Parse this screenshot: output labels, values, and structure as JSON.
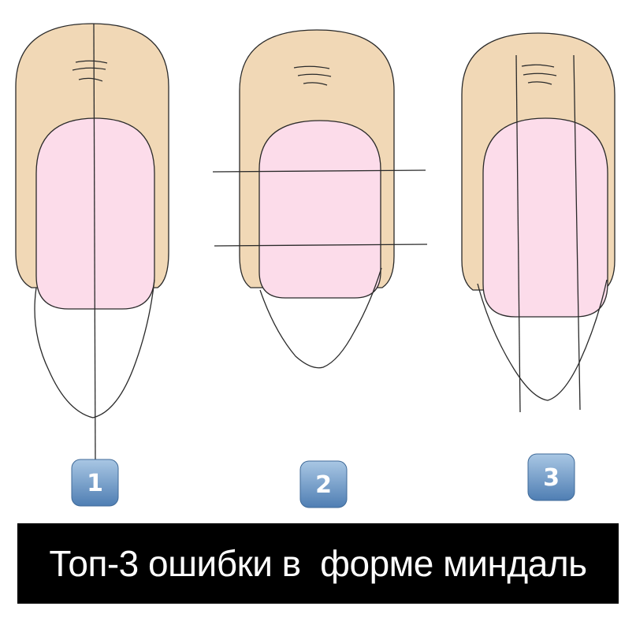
{
  "diagram": {
    "colors": {
      "finger": "#f1d8b6",
      "nail_bed": "#fcdcea",
      "outline": "#2a2a2a",
      "badge_top": "#a9c7e4",
      "badge_bottom": "#4f7eb3",
      "caption_bg": "#000000",
      "caption_text": "#ffffff"
    },
    "panels": [
      {
        "id": "1",
        "badge": "1"
      },
      {
        "id": "2",
        "badge": "2"
      },
      {
        "id": "3",
        "badge": "3"
      }
    ]
  },
  "caption": {
    "text": "Топ-3 ошибки в  форме миндаль"
  }
}
